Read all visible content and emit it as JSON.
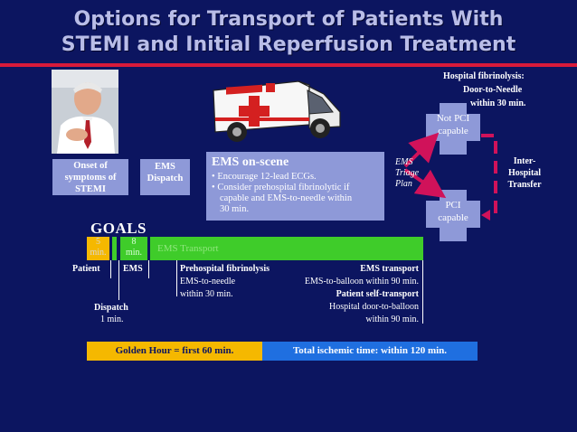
{
  "title": {
    "line1": "Options for Transport of Patients With",
    "line2": "STEMI and Initial Reperfusion Treatment"
  },
  "hospital_fibrinolysis": {
    "line1": "Hospital fibrinolysis:",
    "line2": "Door-to-Needle",
    "line3": "within 30 min."
  },
  "not_pci": {
    "line1": "Not PCI",
    "line2": "capable"
  },
  "pci": {
    "line1": "PCI",
    "line2": "capable"
  },
  "inter_hospital": {
    "line1": "Inter-",
    "line2": "Hospital",
    "line3": "Transfer"
  },
  "ems_triage": {
    "line1": "EMS",
    "line2": "Triage",
    "line3": "Plan"
  },
  "onset": {
    "line1": "Onset of",
    "line2": "symptoms of",
    "line3": "STEMI"
  },
  "ems_dispatch": {
    "line1": "EMS",
    "line2": "Dispatch"
  },
  "ems_onscene": {
    "heading": "EMS on-scene",
    "bullet1": "Encourage 12-lead ECGs.",
    "bullet2a": "Consider prehospital fibrinolytic if",
    "bullet2b": "capable and EMS-to-needle within",
    "bullet2c": "30 min."
  },
  "goals": {
    "label": "GOALS",
    "bar_5_value": "5",
    "bar_5_unit": "min.",
    "bar_8_value": "8",
    "bar_8_unit": "min.",
    "transport_label": "EMS Transport"
  },
  "timeline": {
    "patient": "Patient",
    "ems": "EMS",
    "dispatch_line1": "Dispatch",
    "dispatch_line2": "1 min.",
    "prehospital_title": "Prehospital fibrinolysis",
    "prehospital_line1": "EMS-to-needle",
    "prehospital_line2": "within 30 min.",
    "ems_transport_title": "EMS transport",
    "ems_transport_line1": "EMS-to-balloon within 90 min.",
    "self_transport_title": "Patient self-transport",
    "self_transport_line1": "Hospital door-to-balloon",
    "self_transport_line2": "within 90 min."
  },
  "footer": {
    "golden_hour": "Golden Hour = first 60 min.",
    "total_ischemic": "Total ischemic time: within 120 min."
  },
  "colors": {
    "background": "#0c1560",
    "title": "#b9bde8",
    "accent_red": "#d81a3a",
    "box": "#8e99d8",
    "yellow": "#f5b800",
    "green": "#3fcc2a",
    "blue": "#1f6fe0",
    "arrow": "#d0125a"
  },
  "icons": [
    "patient-photo",
    "ambulance-icon"
  ]
}
